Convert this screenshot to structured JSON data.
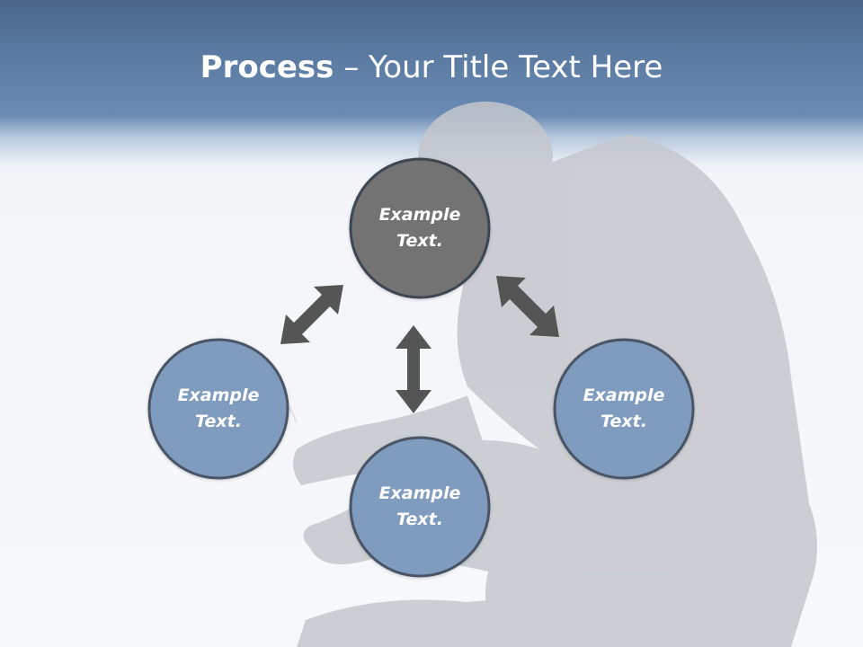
{
  "slide": {
    "title_bold": "Process",
    "title_dash": " – ",
    "title_rest": "Your Title Text Here"
  },
  "nodes": [
    {
      "line1": "Example",
      "line2": "Text.",
      "fill": "#737373"
    },
    {
      "line1": "Example",
      "line2": "Text.",
      "fill": "#7f9bbd"
    },
    {
      "line1": "Example",
      "line2": "Text.",
      "fill": "#7f9bbd"
    },
    {
      "line1": "Example",
      "line2": "Text.",
      "fill": "#7f9bbd"
    }
  ],
  "colors": {
    "header": "#5a7aa1",
    "node_stroke": "#4a5566",
    "arrow": "#555555",
    "silhouette": "#c3c6cc"
  }
}
